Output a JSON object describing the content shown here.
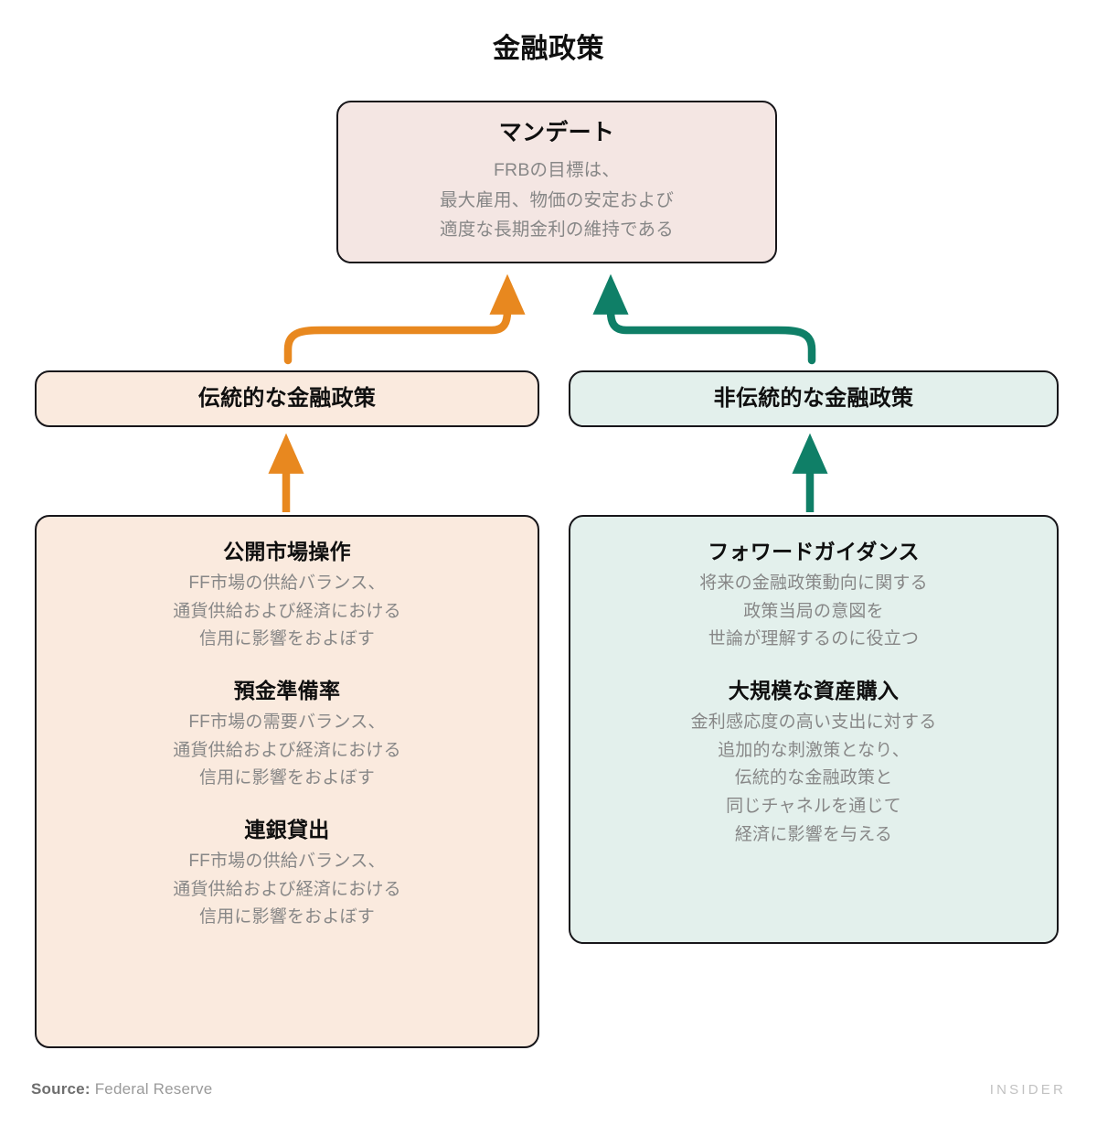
{
  "title": "金融政策",
  "colors": {
    "mandate_fill": "#f4e6e3",
    "conventional_fill": "#faeade",
    "unconventional_fill": "#e3f0ec",
    "conventional_arrow": "#e8881f",
    "unconventional_arrow": "#0f7f67",
    "box_border": "#17161a",
    "body_text": "#878787",
    "title_text": "#0f0f0f"
  },
  "nodes": {
    "mandate": {
      "title": "マンデート",
      "body": "FRBの目標は、\n最大雇用、物価の安定および\n適度な長期金利の維持である"
    },
    "conventional": {
      "title": "伝統的な金融政策"
    },
    "unconventional": {
      "title": "非伝統的な金融政策"
    },
    "conventional_detail": {
      "sections": [
        {
          "title": "公開市場操作",
          "body": "FF市場の供給バランス、\n通貨供給および経済における\n信用に影響をおよぼす"
        },
        {
          "title": "預金準備率",
          "body": "FF市場の需要バランス、\n通貨供給および経済における\n信用に影響をおよぼす"
        },
        {
          "title": "連銀貸出",
          "body": "FF市場の供給バランス、\n通貨供給および経済における\n信用に影響をおよぼす"
        }
      ]
    },
    "unconventional_detail": {
      "sections": [
        {
          "title": "フォワードガイダンス",
          "body": "将来の金融政策動向に関する\n政策当局の意図を\n世論が理解するのに役立つ"
        },
        {
          "title": "大規模な資産購入",
          "body": "金利感応度の高い支出に対する\n追加的な刺激策となり、\n伝統的な金融政策と\n同じチャネルを通じて\n経済に影響を与える"
        }
      ]
    }
  },
  "arrows": [
    {
      "name": "conventional-to-mandate",
      "color": "#e8881f"
    },
    {
      "name": "unconventional-to-mandate",
      "color": "#0f7f67"
    },
    {
      "name": "conventional-detail-to-conventional",
      "color": "#e8881f"
    },
    {
      "name": "unconventional-detail-to-unconventional",
      "color": "#0f7f67"
    }
  ],
  "footer": {
    "source_label": "Source:",
    "source_value": "Federal Reserve",
    "brand": "INSIDER"
  }
}
